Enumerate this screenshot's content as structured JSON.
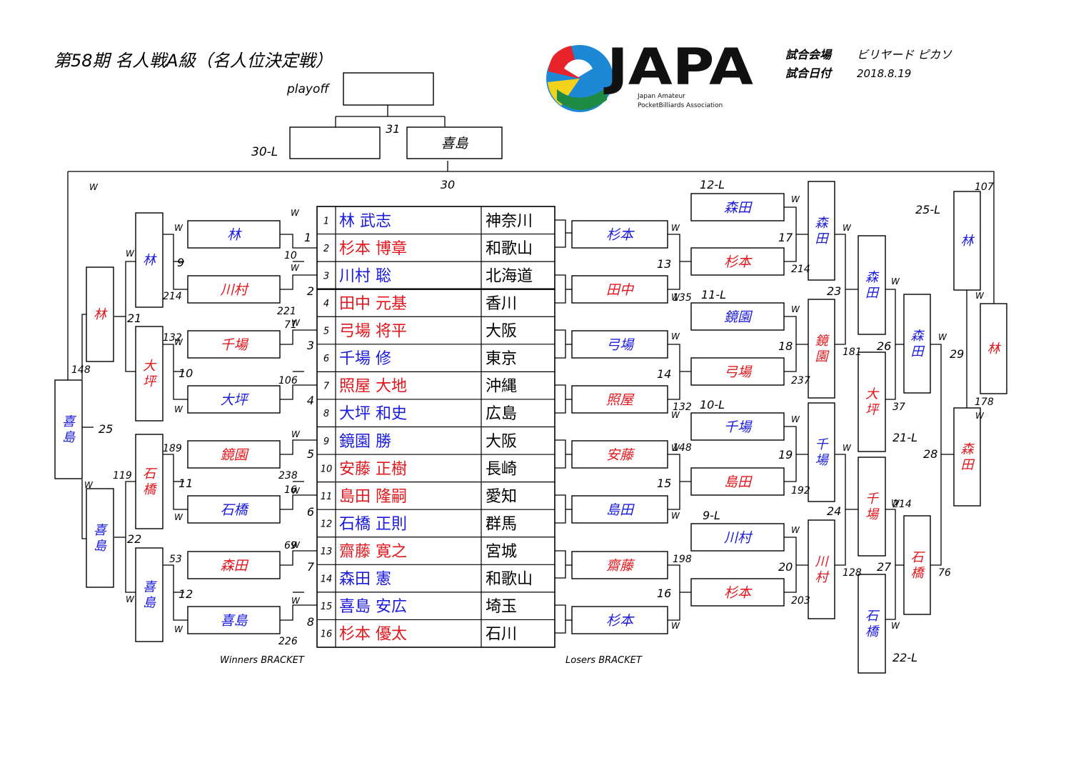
{
  "header": {
    "title": "第58期 名人戦A級（名人位決定戦）",
    "venue_label": "試合会場",
    "venue": "ビリヤード ピカソ",
    "date_label": "試合日付",
    "date": "2018.8.19"
  },
  "logo": {
    "name": "JAPA",
    "sub1": "Japan Amateur",
    "sub2": "PocketBilliards Association"
  },
  "colors": {
    "blue": "#1a1adb",
    "red": "#e0161c",
    "line": "#000000"
  },
  "players": [
    {
      "seed": "1",
      "name": "林 武志",
      "pref": "神奈川",
      "color": "blue"
    },
    {
      "seed": "2",
      "name": "杉本 博章",
      "pref": "和歌山",
      "color": "red"
    },
    {
      "seed": "3",
      "name": "川村 聡",
      "pref": "北海道",
      "color": "blue"
    },
    {
      "seed": "4",
      "name": "田中 元基",
      "pref": "香川",
      "color": "red"
    },
    {
      "seed": "5",
      "name": "弓場 将平",
      "pref": "大阪",
      "color": "red"
    },
    {
      "seed": "6",
      "name": "千場 修",
      "pref": "東京",
      "color": "blue"
    },
    {
      "seed": "7",
      "name": "照屋 大地",
      "pref": "沖縄",
      "color": "red"
    },
    {
      "seed": "8",
      "name": "大坪 和史",
      "pref": "広島",
      "color": "blue"
    },
    {
      "seed": "9",
      "name": "鏡園 勝",
      "pref": "大阪",
      "color": "blue"
    },
    {
      "seed": "10",
      "name": "安藤 正樹",
      "pref": "長崎",
      "color": "red"
    },
    {
      "seed": "11",
      "name": "島田 隆嗣",
      "pref": "愛知",
      "color": "red"
    },
    {
      "seed": "12",
      "name": "石橋 正則",
      "pref": "群馬",
      "color": "blue"
    },
    {
      "seed": "13",
      "name": "齋藤 寛之",
      "pref": "宮城",
      "color": "red"
    },
    {
      "seed": "14",
      "name": "森田 憲",
      "pref": "和歌山",
      "color": "blue"
    },
    {
      "seed": "15",
      "name": "喜島 安広",
      "pref": "埼玉",
      "color": "blue"
    },
    {
      "seed": "16",
      "name": "杉本 優太",
      "pref": "石川",
      "color": "red"
    }
  ],
  "boxes": [
    {
      "id": "wr1-1",
      "label": "林",
      "color": "blue",
      "vertical": false
    },
    {
      "id": "wr1-2",
      "label": "川村",
      "color": "red",
      "vertical": false
    },
    {
      "id": "wr1-3",
      "label": "千場",
      "color": "red",
      "vertical": false
    },
    {
      "id": "wr1-4",
      "label": "大坪",
      "color": "blue",
      "vertical": false
    },
    {
      "id": "wr1-5",
      "label": "鏡園",
      "color": "red",
      "vertical": false
    },
    {
      "id": "wr1-6",
      "label": "石橋",
      "color": "blue",
      "vertical": false
    },
    {
      "id": "wr1-7",
      "label": "森田",
      "color": "red",
      "vertical": false
    },
    {
      "id": "wr1-8",
      "label": "喜島",
      "color": "blue",
      "vertical": false
    },
    {
      "id": "wr2-1",
      "label": "林",
      "color": "blue",
      "vertical": true
    },
    {
      "id": "wr2-2",
      "label": "大坪",
      "color": "red",
      "vertical": true
    },
    {
      "id": "wr2-3",
      "label": "石橋",
      "color": "red",
      "vertical": true
    },
    {
      "id": "wr2-4",
      "label": "喜島",
      "color": "blue",
      "vertical": true
    },
    {
      "id": "wr3-1",
      "label": "林",
      "color": "red",
      "vertical": true
    },
    {
      "id": "wr3-2",
      "label": "喜島",
      "color": "blue",
      "vertical": true
    },
    {
      "id": "wr4",
      "label": "喜島",
      "color": "blue",
      "vertical": true
    },
    {
      "id": "lr1-1",
      "label": "杉本",
      "color": "blue",
      "vertical": false
    },
    {
      "id": "lr1-2",
      "label": "田中",
      "color": "red",
      "vertical": false
    },
    {
      "id": "lr1-3",
      "label": "弓場",
      "color": "blue",
      "vertical": false
    },
    {
      "id": "lr1-4",
      "label": "照屋",
      "color": "red",
      "vertical": false
    },
    {
      "id": "lr1-5",
      "label": "安藤",
      "color": "red",
      "vertical": false
    },
    {
      "id": "lr1-6",
      "label": "島田",
      "color": "blue",
      "vertical": false
    },
    {
      "id": "lr1-7",
      "label": "齋藤",
      "color": "red",
      "vertical": false
    },
    {
      "id": "lr1-8",
      "label": "杉本",
      "color": "blue",
      "vertical": false
    },
    {
      "id": "lr2-1",
      "label": "森田",
      "color": "blue",
      "vertical": false
    },
    {
      "id": "lr2-2",
      "label": "杉本",
      "color": "red",
      "vertical": false
    },
    {
      "id": "lr2-3",
      "label": "鏡園",
      "color": "blue",
      "vertical": false
    },
    {
      "id": "lr2-4",
      "label": "弓場",
      "color": "red",
      "vertical": false
    },
    {
      "id": "lr2-5",
      "label": "千場",
      "color": "blue",
      "vertical": false
    },
    {
      "id": "lr2-6",
      "label": "島田",
      "color": "red",
      "vertical": false
    },
    {
      "id": "lr2-7",
      "label": "川村",
      "color": "blue",
      "vertical": false
    },
    {
      "id": "lr2-8",
      "label": "杉本",
      "color": "red",
      "vertical": false
    },
    {
      "id": "lr3-1",
      "label": "森田",
      "color": "blue",
      "vertical": true
    },
    {
      "id": "lr3-2",
      "label": "鏡園",
      "color": "red",
      "vertical": true
    },
    {
      "id": "lr3-3",
      "label": "千場",
      "color": "blue",
      "vertical": true
    },
    {
      "id": "lr3-4",
      "label": "川村",
      "color": "red",
      "vertical": true
    },
    {
      "id": "lr4-1",
      "label": "森田",
      "color": "blue",
      "vertical": true
    },
    {
      "id": "lr4-2",
      "label": "大坪",
      "color": "red",
      "vertical": true
    },
    {
      "id": "lr4-3",
      "label": "千場",
      "color": "red",
      "vertical": true
    },
    {
      "id": "lr4-4",
      "label": "石橋",
      "color": "blue",
      "vertical": true
    },
    {
      "id": "lr5-1",
      "label": "森田",
      "color": "blue",
      "vertical": true
    },
    {
      "id": "lr5-2",
      "label": "石橋",
      "color": "red",
      "vertical": true
    },
    {
      "id": "lr6",
      "label": "森田",
      "color": "red",
      "vertical": true
    },
    {
      "id": "lr7",
      "label": "林",
      "color": "blue",
      "vertical": true
    },
    {
      "id": "lr8",
      "label": "林",
      "color": "red",
      "vertical": true
    },
    {
      "id": "f30",
      "label": "喜島",
      "color": "black",
      "vertical": false
    },
    {
      "id": "f30l",
      "label": "",
      "color": "black",
      "vertical": false
    },
    {
      "id": "fpo",
      "label": "",
      "color": "black",
      "vertical": false
    }
  ],
  "labels": [
    {
      "id": "m1",
      "text": "1"
    },
    {
      "id": "m2",
      "text": "2"
    },
    {
      "id": "m3",
      "text": "3"
    },
    {
      "id": "m4",
      "text": "4"
    },
    {
      "id": "m5",
      "text": "5"
    },
    {
      "id": "m6",
      "text": "6"
    },
    {
      "id": "m7",
      "text": "7"
    },
    {
      "id": "m8",
      "text": "8"
    },
    {
      "id": "m9",
      "text": "9"
    },
    {
      "id": "m10",
      "text": "10"
    },
    {
      "id": "m11",
      "text": "11"
    },
    {
      "id": "m12",
      "text": "12"
    },
    {
      "id": "m13",
      "text": "13"
    },
    {
      "id": "m14",
      "text": "14"
    },
    {
      "id": "m15",
      "text": "15"
    },
    {
      "id": "m16",
      "text": "16"
    },
    {
      "id": "m17",
      "text": "17"
    },
    {
      "id": "m18",
      "text": "18"
    },
    {
      "id": "m19",
      "text": "19"
    },
    {
      "id": "m20",
      "text": "20"
    },
    {
      "id": "m21",
      "text": "21"
    },
    {
      "id": "m22",
      "text": "22"
    },
    {
      "id": "m23",
      "text": "23"
    },
    {
      "id": "m24",
      "text": "24"
    },
    {
      "id": "m25",
      "text": "25"
    },
    {
      "id": "m26",
      "text": "26"
    },
    {
      "id": "m27",
      "text": "27"
    },
    {
      "id": "m28",
      "text": "28"
    },
    {
      "id": "m29",
      "text": "29"
    },
    {
      "id": "m30",
      "text": "30"
    },
    {
      "id": "m31",
      "text": "31"
    },
    {
      "id": "t10",
      "text": "10"
    },
    {
      "id": "t221",
      "text": "221"
    },
    {
      "id": "t71",
      "text": "71"
    },
    {
      "id": "t106",
      "text": "106"
    },
    {
      "id": "t238",
      "text": "238"
    },
    {
      "id": "t16",
      "text": "16"
    },
    {
      "id": "t69",
      "text": "69"
    },
    {
      "id": "t226",
      "text": "226"
    },
    {
      "id": "t214a",
      "text": "214"
    },
    {
      "id": "t132a",
      "text": "132"
    },
    {
      "id": "t189",
      "text": "189"
    },
    {
      "id": "t119",
      "text": "119"
    },
    {
      "id": "t53",
      "text": "53"
    },
    {
      "id": "t148a",
      "text": "148"
    },
    {
      "id": "t135",
      "text": "135"
    },
    {
      "id": "t132b",
      "text": "132"
    },
    {
      "id": "t148b",
      "text": "148"
    },
    {
      "id": "t198",
      "text": "198"
    },
    {
      "id": "t214b",
      "text": "214"
    },
    {
      "id": "t237",
      "text": "237"
    },
    {
      "id": "t192",
      "text": "192"
    },
    {
      "id": "t203",
      "text": "203"
    },
    {
      "id": "t181",
      "text": "181"
    },
    {
      "id": "t37",
      "text": "37"
    },
    {
      "id": "t214c",
      "text": "214"
    },
    {
      "id": "t128",
      "text": "128"
    },
    {
      "id": "t76",
      "text": "76"
    },
    {
      "id": "t107",
      "text": "107"
    },
    {
      "id": "t178",
      "text": "178"
    },
    {
      "id": "l12",
      "text": "12-L"
    },
    {
      "id": "l11",
      "text": "11-L"
    },
    {
      "id": "l10",
      "text": "10-L"
    },
    {
      "id": "l9",
      "text": "9-L"
    },
    {
      "id": "l25",
      "text": "25-L"
    },
    {
      "id": "l21",
      "text": "21-L"
    },
    {
      "id": "l22",
      "text": "22-L"
    },
    {
      "id": "l30",
      "text": "30-L"
    },
    {
      "id": "playoff",
      "text": "playoff"
    },
    {
      "id": "winners",
      "text": "Winners BRACKET"
    },
    {
      "id": "losers",
      "text": "Losers BRACKET"
    },
    {
      "id": "w",
      "text": "W"
    }
  ]
}
